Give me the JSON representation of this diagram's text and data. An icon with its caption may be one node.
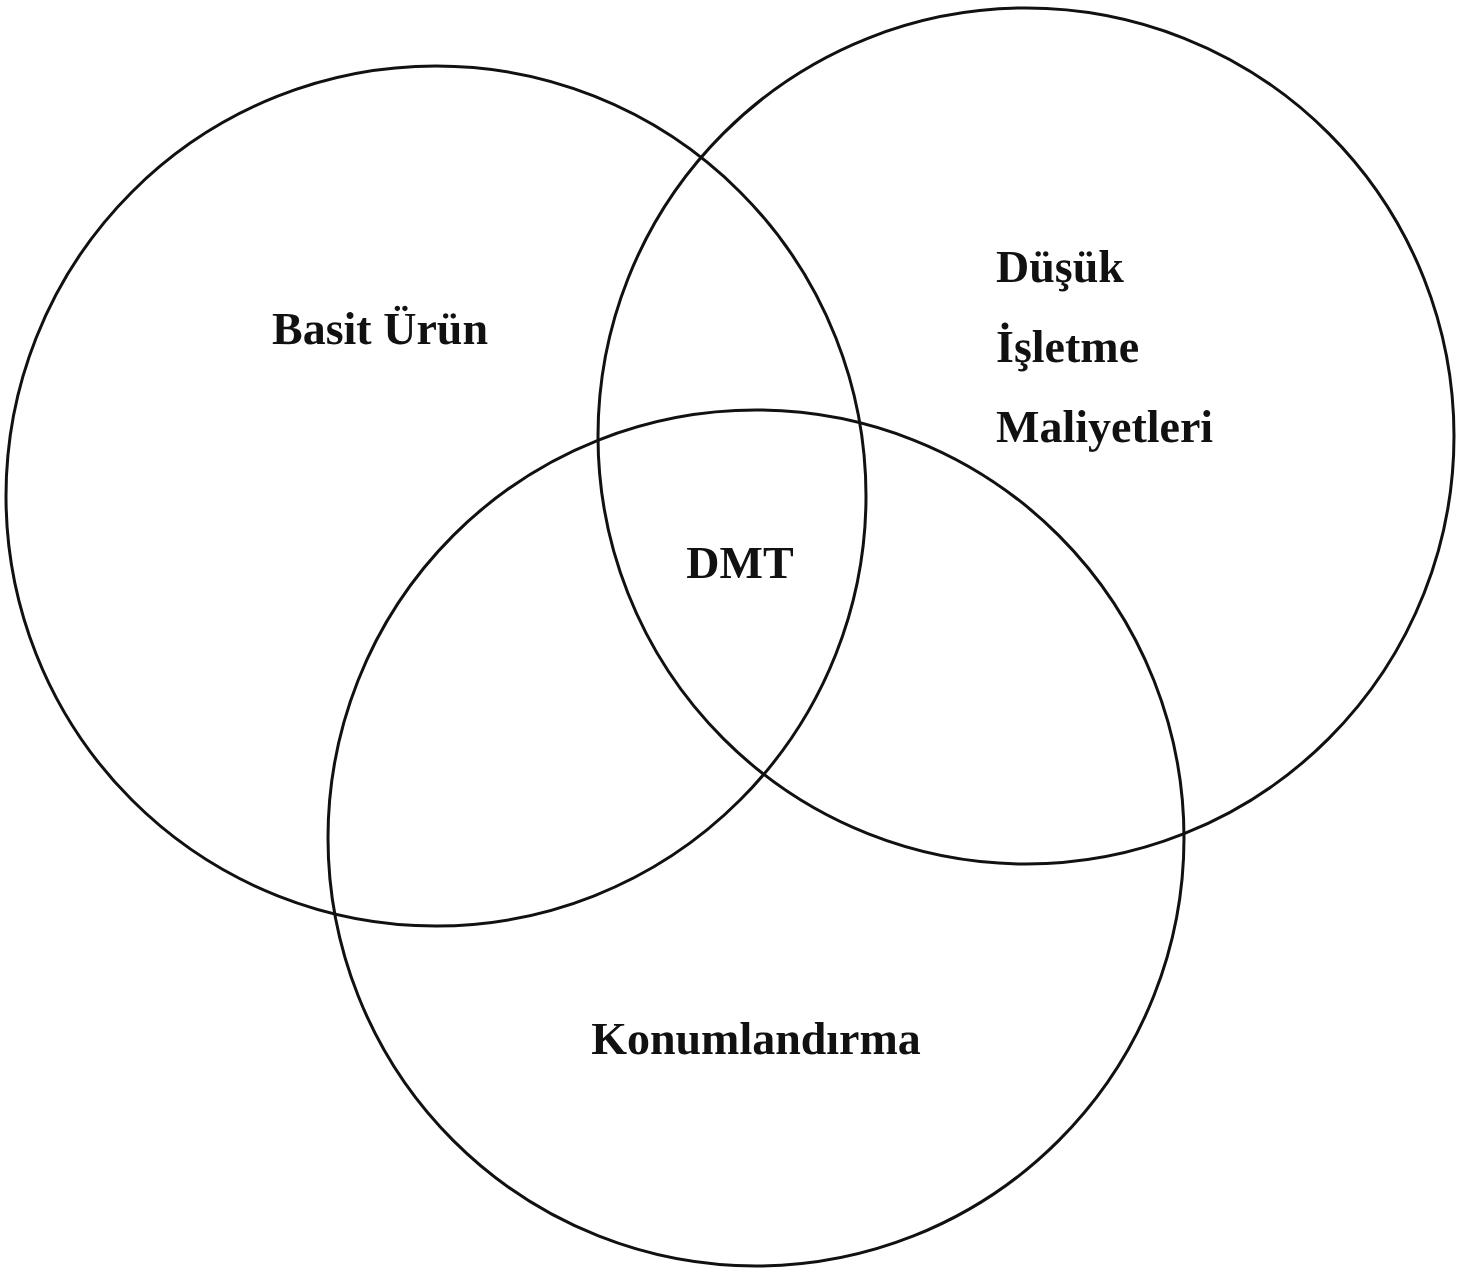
{
  "diagram": {
    "nodes": [
      {
        "text": [
          "Basit Ürün"
        ]
      },
      {
        "text": [
          "Düşük İşletme Maliyetleri"
        ]
      },
      {
        "text": [
          "Konumlandırma"
        ]
      }
    ],
    "labels": [
      "DMT"
    ]
  }
}
